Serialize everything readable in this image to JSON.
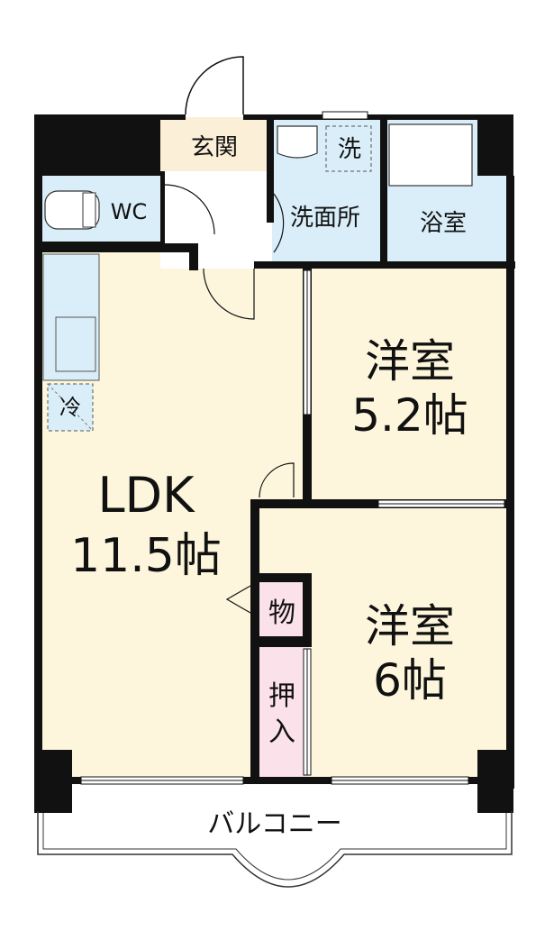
{
  "rooms": {
    "genkan": "玄関",
    "wc": "WC",
    "sen": "洗",
    "senmenjo": "洗面所",
    "yokushitsu": "浴室",
    "rei": "冷",
    "ldk_name": "LDK",
    "ldk_size": "11.5帖",
    "yoshitsu1_name": "洋室",
    "yoshitsu1_size": "5.2帖",
    "yoshitsu2_name": "洋室",
    "yoshitsu2_size": "6帖",
    "mono": "物",
    "oshiire_top": "押",
    "oshiire_bottom": "入",
    "balcony": "バルコニー"
  },
  "colors": {
    "wall": "#111111",
    "living_floor": "#fdf6dc",
    "wet_area": "#d9eef8",
    "entrance": "#fbefd8",
    "closet": "#fbe1ea",
    "background": "#ffffff"
  }
}
